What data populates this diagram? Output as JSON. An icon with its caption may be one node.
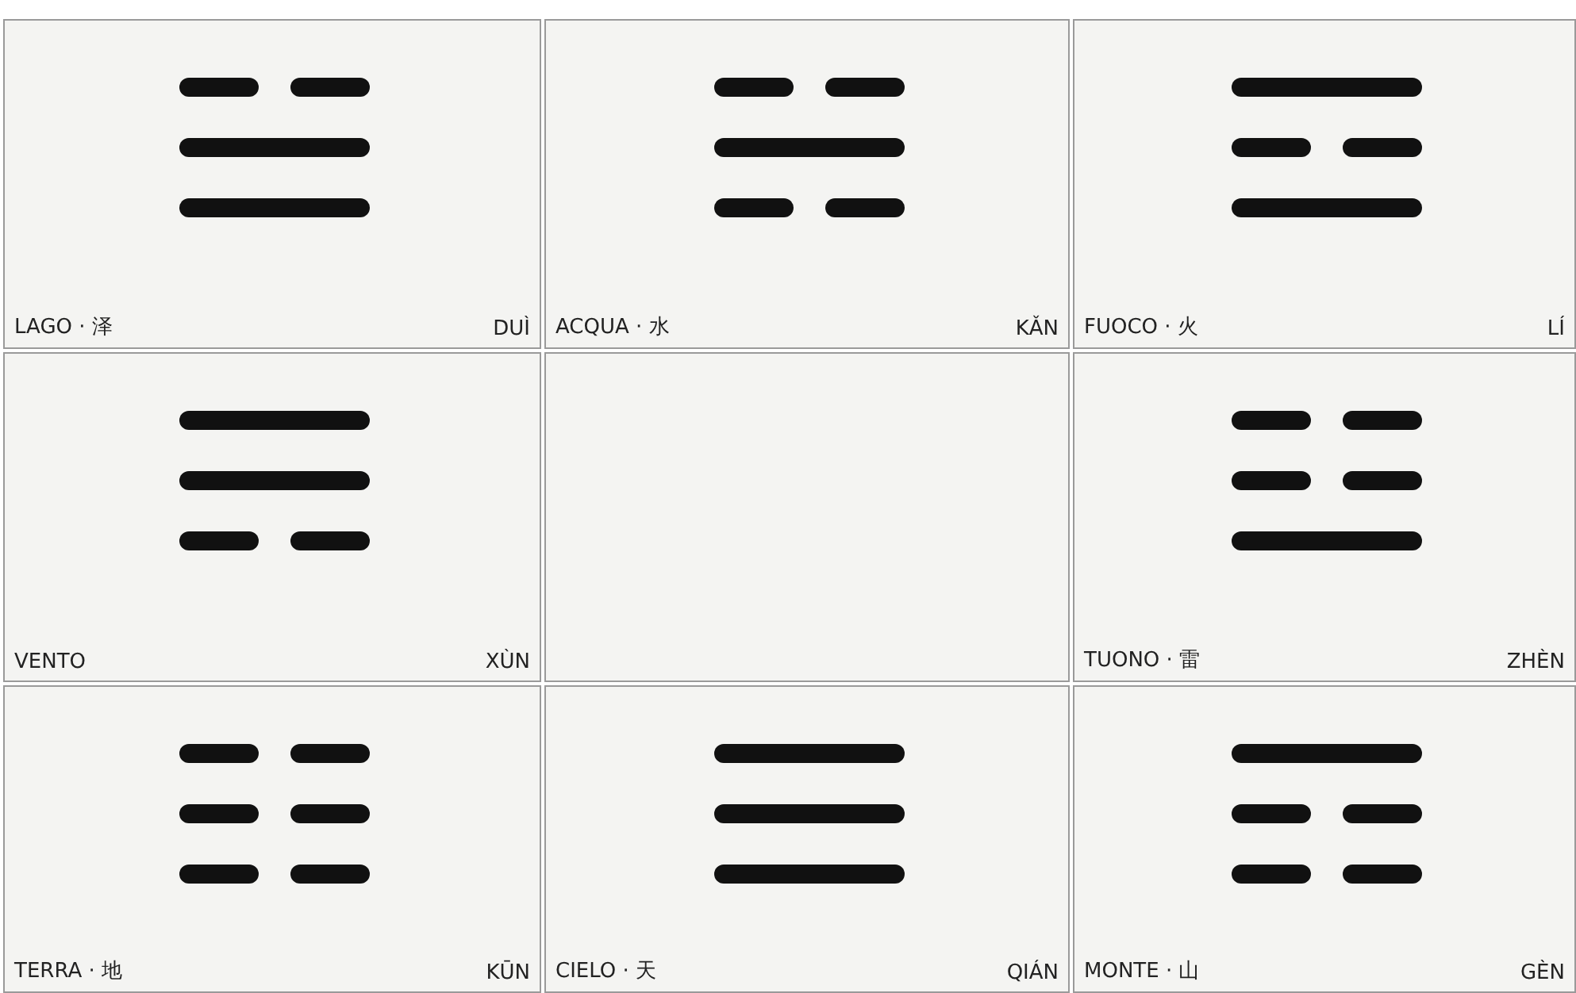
{
  "diagram": {
    "nodes": [
      {
        "text": [
          "LAGO · 泽",
          "DUÌ"
        ]
      },
      {
        "text": [
          "ACQUA · 水",
          "KǍN"
        ]
      },
      {
        "text": [
          "FUOCO · 火",
          "LÍ"
        ]
      },
      {
        "text": [
          "VENTO",
          "XÙN"
        ]
      },
      {
        "text": [],
        "shape": "box"
      },
      {
        "text": [
          "TUONO · 雷",
          "ZHÈN"
        ]
      },
      {
        "text": [
          "TERRA · 地",
          "KŪN"
        ]
      },
      {
        "text": [
          "CIELO · 天",
          "QIÁN"
        ]
      },
      {
        "text": [
          "MONTE · 山",
          "GÈN"
        ]
      }
    ]
  }
}
